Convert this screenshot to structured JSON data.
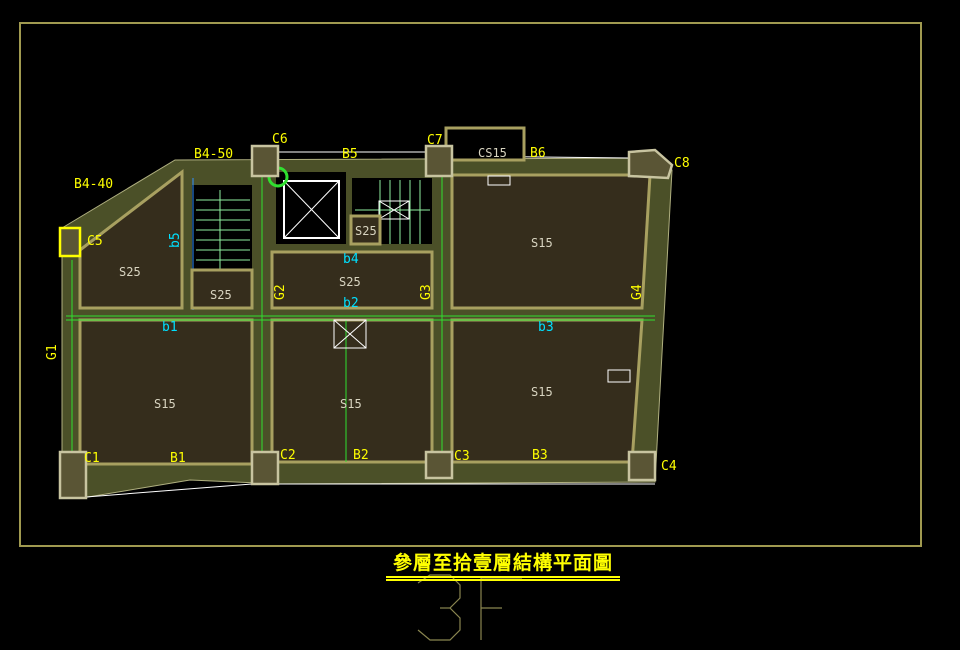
{
  "drawing": {
    "title": "參層至拾壹層結構平面圖",
    "floor_mark": "3F",
    "colors": {
      "frame": "#a09a50",
      "label": "#ffff00",
      "beam_label": "#00e0ff",
      "slab": "#352d1c",
      "beam_band": "#4b5028"
    },
    "columns": [
      "C1",
      "C2",
      "C3",
      "C4",
      "C5",
      "C6",
      "C7",
      "C8"
    ],
    "girders": [
      "B1",
      "B2",
      "B3",
      "B4-40",
      "B4-50",
      "B5",
      "B6"
    ],
    "beams": [
      "b1",
      "b2",
      "b3",
      "b4",
      "b5"
    ],
    "grids": [
      "G1",
      "G2",
      "G3",
      "G4"
    ],
    "slabs": [
      "S25",
      "S25",
      "S25",
      "S25",
      "S15",
      "S15",
      "S15",
      "S15",
      "CS15"
    ]
  }
}
